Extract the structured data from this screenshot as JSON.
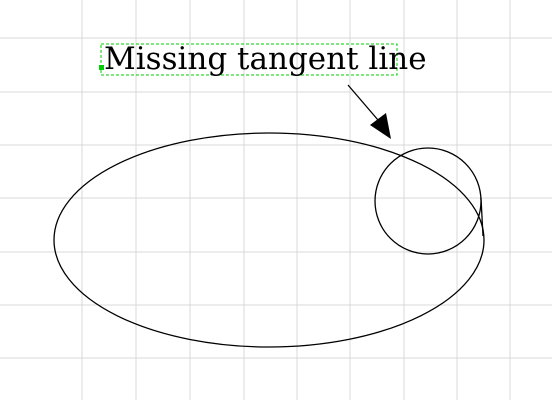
{
  "canvas": {
    "background_color": "#ffffff",
    "grid_color": "#d9d9d9",
    "stroke_color": "#000000",
    "selection_color": "#00cc00"
  },
  "annotation": {
    "text": "Missing tangent line",
    "selected": true
  },
  "shapes": {
    "ellipse": {
      "type": "ellipse"
    },
    "circle": {
      "type": "circle"
    },
    "tangent_segment": {
      "type": "line"
    },
    "arrow": {
      "type": "arrow-pointer"
    }
  },
  "icons": {
    "selection_handle": "selection-handle-icon"
  }
}
